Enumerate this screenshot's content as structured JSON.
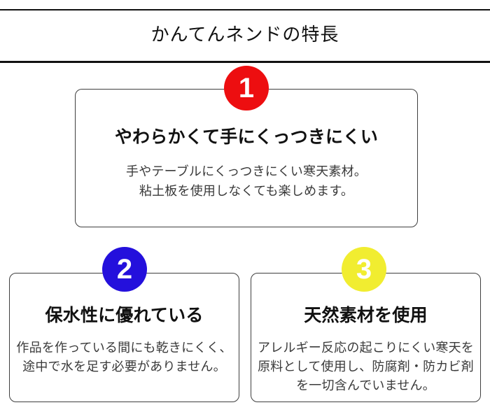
{
  "header": {
    "title": "かんてんネンドの特長"
  },
  "palette": {
    "rule": "#111111",
    "card_border": "#3f3f3f",
    "heading_text": "#111111",
    "body_text": "#3a3a3a"
  },
  "features": [
    {
      "number": "1",
      "badge_color": "#ed0e10",
      "number_color": "#ffffff",
      "heading": "やわらかくて手にくっつきにくい",
      "body_lines": [
        "手やテーブルにくっつきにくい寒天素材。",
        "粘土板を使用しなくても楽しめます。"
      ]
    },
    {
      "number": "2",
      "badge_color": "#2410dc",
      "number_color": "#ffffff",
      "heading": "保水性に優れている",
      "body_lines": [
        "作品を作っている間にも乾きにくく、",
        "途中で水を足す必要がありません。"
      ]
    },
    {
      "number": "3",
      "badge_color": "#f1ed30",
      "number_color": "#ffffff",
      "heading": "天然素材を使用",
      "body_lines": [
        "アレルギー反応の起こりにくい寒天を",
        "原料として使用し、防腐剤・防カビ剤",
        "を一切含んでいません。"
      ]
    }
  ]
}
